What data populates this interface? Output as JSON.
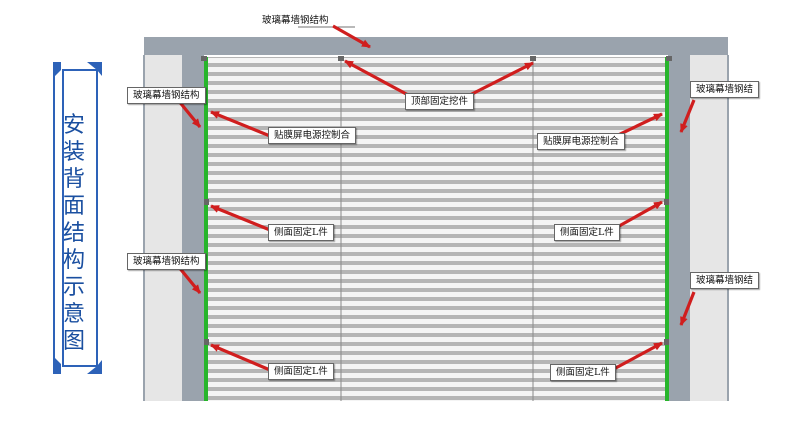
{
  "side_title": "安装背面结构示意图",
  "labels": {
    "top_structure": "玻璃幕墙钢结构",
    "top_fixed_piece": "顶部固定挖件",
    "left_structure_upper": "玻璃幕墙钢结构",
    "left_power_box": "贴膜屏电源控制合",
    "left_fixed_l_upper": "侧面固定L件",
    "left_structure_lower": "玻璃幕墙钢结构",
    "left_fixed_l_lower": "侧面固定L件",
    "right_structure_upper": "玻璃幕墙钢结",
    "right_power_box": "贴膜屏电源控制合",
    "right_fixed_l_upper": "侧面固定L件",
    "right_structure_lower": "玻璃幕墙钢结",
    "right_fixed_l_lower": "侧面固定L件"
  },
  "colors": {
    "frame": "#9aa3ad",
    "wall_panel": "#e6e6e6",
    "film_stripe": "#b7b7b7",
    "green_bar": "#27b52b",
    "arrow": "#d01e1e",
    "title_blue": "#1a4fa0"
  }
}
